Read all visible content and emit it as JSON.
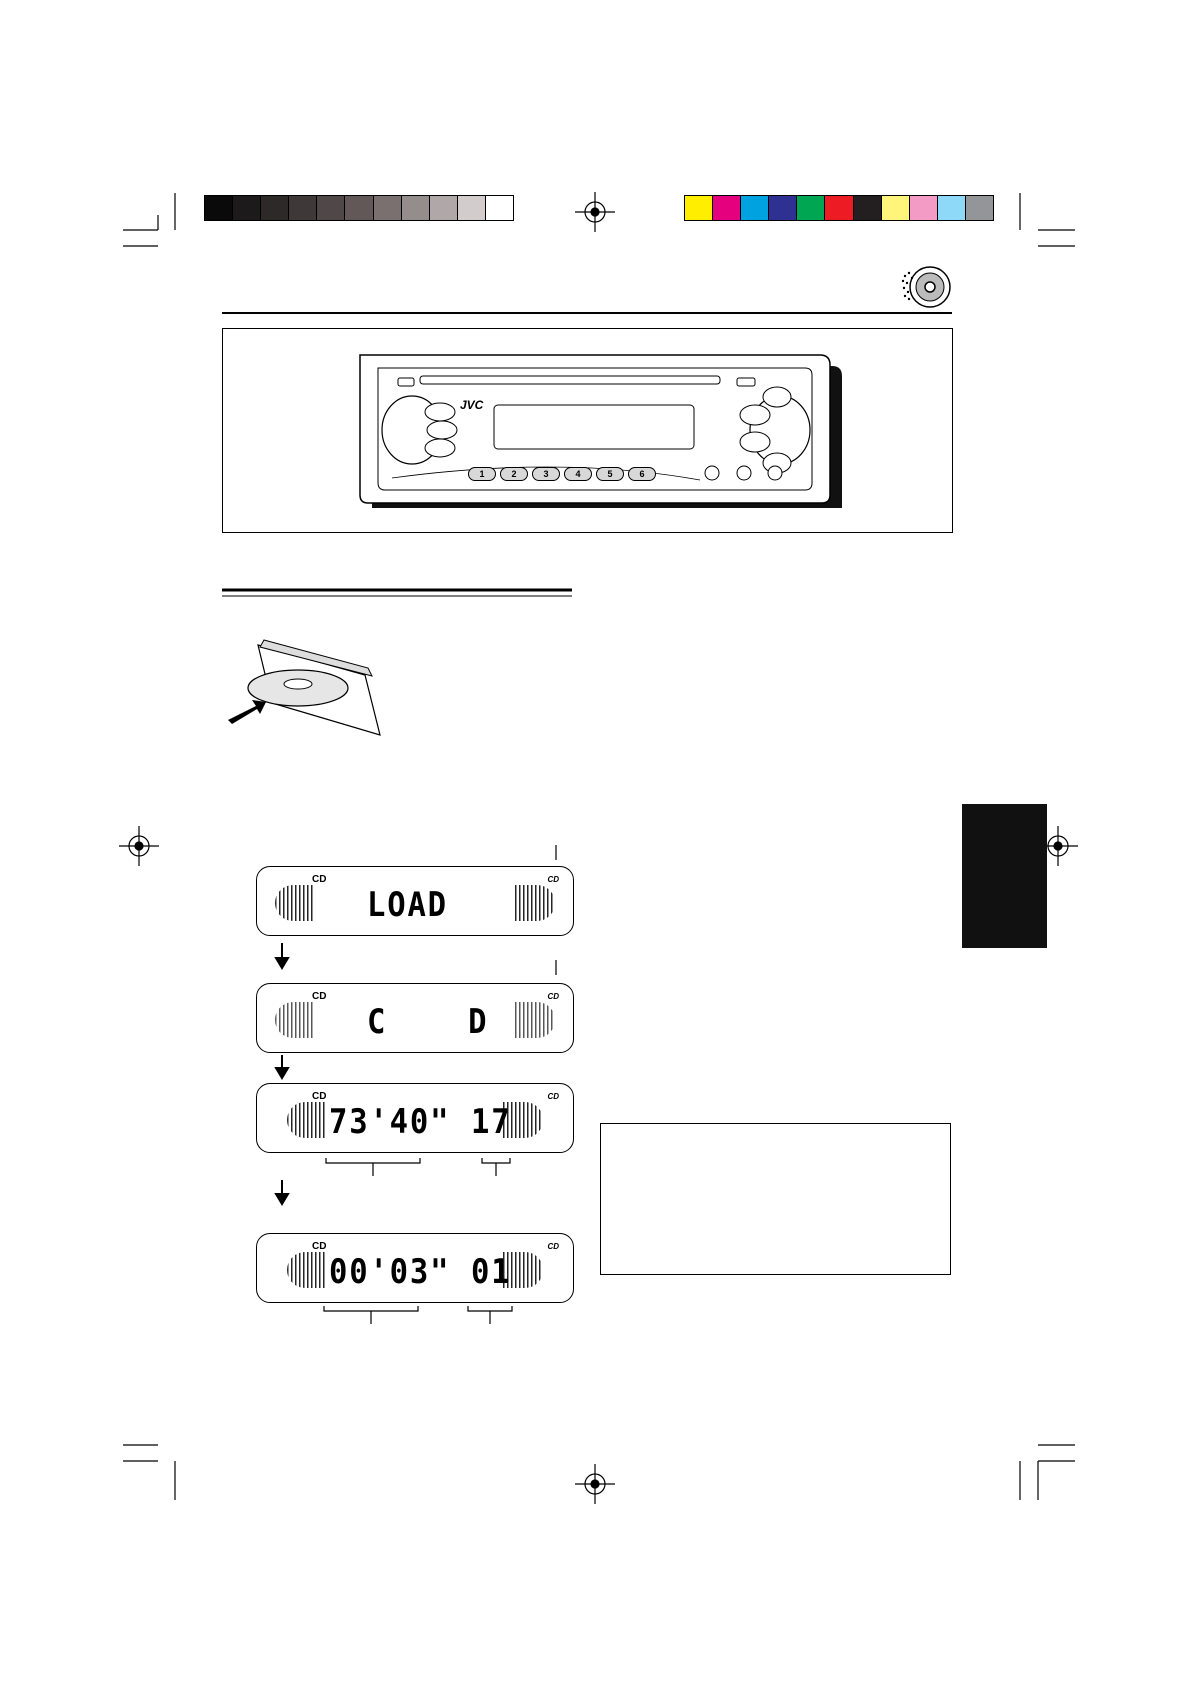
{
  "top_color_bar": {
    "grayscale": [
      "#0a0a0a",
      "#1c1a1a",
      "#2d2929",
      "#3e3838",
      "#504848",
      "#625858",
      "#7a7070",
      "#958c8c",
      "#b0a8a8",
      "#d2cccc",
      "#ffffff"
    ],
    "colors": [
      "#ffee00",
      "#e5007e",
      "#00a3e0",
      "#2e3192",
      "#00a651",
      "#ed1c24",
      "#231f20",
      "#fff57a",
      "#f39ac5",
      "#8ed8f8",
      "#939598"
    ]
  },
  "unit": {
    "brand": "JVC",
    "preset_buttons": [
      "1",
      "2",
      "3",
      "4",
      "5",
      "6"
    ]
  },
  "displays": [
    {
      "indicator": "CD",
      "segment_text": "LOAD",
      "left_value": "",
      "right_value": ""
    },
    {
      "indicator": "CD",
      "segment_text": "C    D",
      "left_value": "",
      "right_value": ""
    },
    {
      "indicator": "CD",
      "segment_text": "",
      "left_value": "73'40\"",
      "right_value": "17"
    },
    {
      "indicator": "CD",
      "segment_text": "",
      "left_value": "00'03\"",
      "right_value": "01"
    }
  ]
}
